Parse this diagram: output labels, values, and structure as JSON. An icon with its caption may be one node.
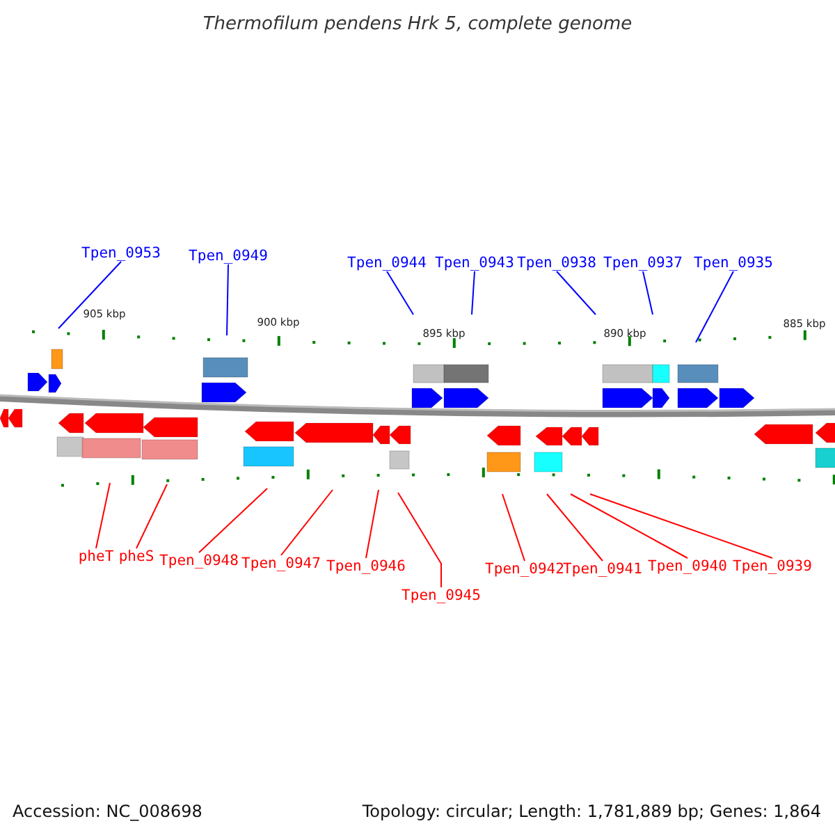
{
  "diagram": {
    "title": "Thermofilum pendens Hrk 5, complete genome",
    "nodes": [
      {
        "text": [
          "Tpen_0953"
        ]
      },
      {
        "text": [
          "Tpen_0949"
        ]
      },
      {
        "text": [
          "Tpen_0944"
        ]
      },
      {
        "text": [
          "Tpen_0943"
        ]
      },
      {
        "text": [
          "Tpen_0938"
        ]
      },
      {
        "text": [
          "Tpen_0937"
        ]
      },
      {
        "text": [
          "Tpen_0935"
        ]
      },
      {
        "text": [
          "pheT"
        ]
      },
      {
        "text": [
          "pheS"
        ]
      },
      {
        "text": [
          "Tpen_0948"
        ]
      },
      {
        "text": [
          "Tpen_0947"
        ]
      },
      {
        "text": [
          "Tpen_0946"
        ]
      },
      {
        "text": [
          "Tpen_0945"
        ]
      },
      {
        "text": [
          "Tpen_0942"
        ]
      },
      {
        "text": [
          "Tpen_0941"
        ]
      },
      {
        "text": [
          "Tpen_0940"
        ]
      },
      {
        "text": [
          "Tpen_0939"
        ]
      }
    ],
    "edges": [
      {
        "from": 0,
        "to": null,
        "arrow": "none",
        "color": "#0000ff"
      },
      {
        "from": 1,
        "to": null,
        "arrow": "none",
        "color": "#0000ff"
      },
      {
        "from": 2,
        "to": null,
        "arrow": "none",
        "color": "#0000ff"
      },
      {
        "from": 3,
        "to": null,
        "arrow": "none",
        "color": "#0000ff"
      },
      {
        "from": 4,
        "to": null,
        "arrow": "none",
        "color": "#0000ff"
      },
      {
        "from": 5,
        "to": null,
        "arrow": "none",
        "color": "#0000ff"
      },
      {
        "from": 6,
        "to": null,
        "arrow": "none",
        "color": "#0000ff"
      },
      {
        "from": 7,
        "to": null,
        "arrow": "none"
      },
      {
        "from": 8,
        "to": null,
        "arrow": "none"
      },
      {
        "from": 9,
        "to": null,
        "arrow": "none"
      },
      {
        "from": 10,
        "to": null,
        "arrow": "none"
      },
      {
        "from": 11,
        "to": null,
        "arrow": "none"
      },
      {
        "from": 12,
        "to": null,
        "arrow": "none"
      },
      {
        "from": 13,
        "to": null,
        "arrow": "none"
      },
      {
        "from": 14,
        "to": null,
        "arrow": "none"
      },
      {
        "from": 15,
        "to": null,
        "arrow": "none"
      },
      {
        "from": 16,
        "to": null,
        "arrow": "none"
      }
    ],
    "labels": [
      "905 kbp",
      "900 kbp",
      "895 kbp",
      "890 kbp",
      "885 kbp",
      "Accession: NC_008698",
      "Topology: circular; Length: 1,781,889 bp; Genes: 1,864"
    ]
  }
}
